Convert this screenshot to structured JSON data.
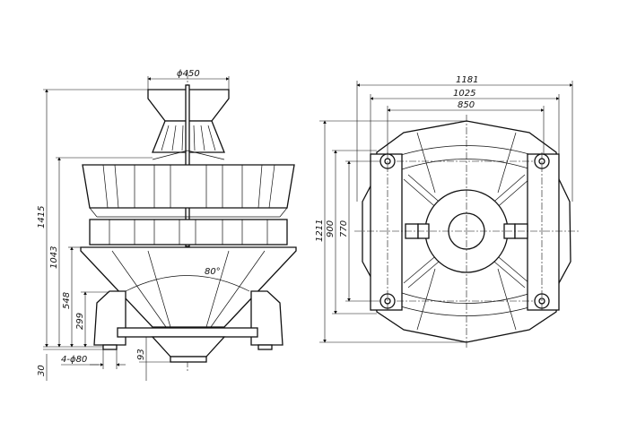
{
  "title": "Multihead weigher dimension drawing",
  "side_view": {
    "top_diameter": "ϕ450",
    "overall_height": "1415",
    "hopper_height": "1043",
    "platform_height": "548",
    "frame_height": "299",
    "foot_height": "30",
    "feet": "4-ϕ80",
    "outlet_drop": "93",
    "cone_angle": "80°"
  },
  "top_view": {
    "overall_width": "1181",
    "rail_width": "1025",
    "bolt_spacing_x": "850",
    "overall_depth": "1211",
    "frame_depth": "900",
    "bolt_spacing_y": "770"
  }
}
